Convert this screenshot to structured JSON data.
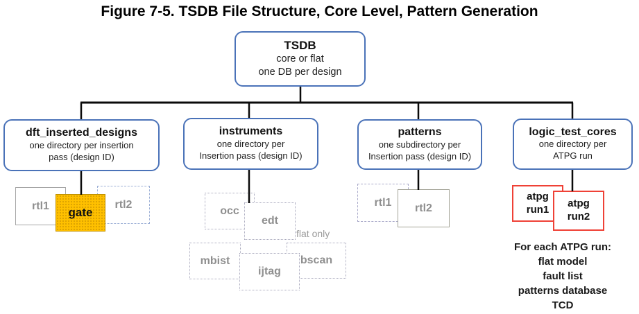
{
  "figure_title": "Figure 7-5. TSDB File Structure, Core Level, Pattern Generation",
  "root": {
    "title": "TSDB",
    "line1": "core or flat",
    "line2": "one DB per design"
  },
  "branches": {
    "dft": {
      "title": "dft_inserted_designs",
      "line1": "one directory per insertion",
      "line2": "pass (design ID)"
    },
    "instruments": {
      "title": "instruments",
      "line1": "one directory per",
      "line2": "Insertion pass (design ID)"
    },
    "patterns": {
      "title": "patterns",
      "line1": "one subdirectory per",
      "line2": "Insertion pass (design ID)"
    },
    "logic": {
      "title": "logic_test_cores",
      "line1": "one directory per",
      "line2": "ATPG run"
    }
  },
  "leaves": {
    "dft_rtl1": "rtl1",
    "dft_gate": "gate",
    "dft_rtl2": "rtl2",
    "occ": "occ",
    "edt": "edt",
    "flat_only": "flat only",
    "mbist": "mbist",
    "ijtag": "ijtag",
    "bscan": "bscan",
    "pat_rtl1": "rtl1",
    "pat_rtl2": "rtl2",
    "atpg_run1": "atpg\nrun1",
    "atpg_run2": "atpg\nrun2"
  },
  "note": {
    "line1": "For each ATPG run:",
    "line2": "flat model",
    "line3": "fault list",
    "line4": "patterns database",
    "line5": "TCD"
  },
  "colors": {
    "node_border_blue": "#4a72b8",
    "gate_fill_orange": "#ffc000",
    "atpg_border_red": "#ef4136",
    "gray_leaf_text": "#8f8f8f",
    "connector_black": "#0a0a0a"
  }
}
